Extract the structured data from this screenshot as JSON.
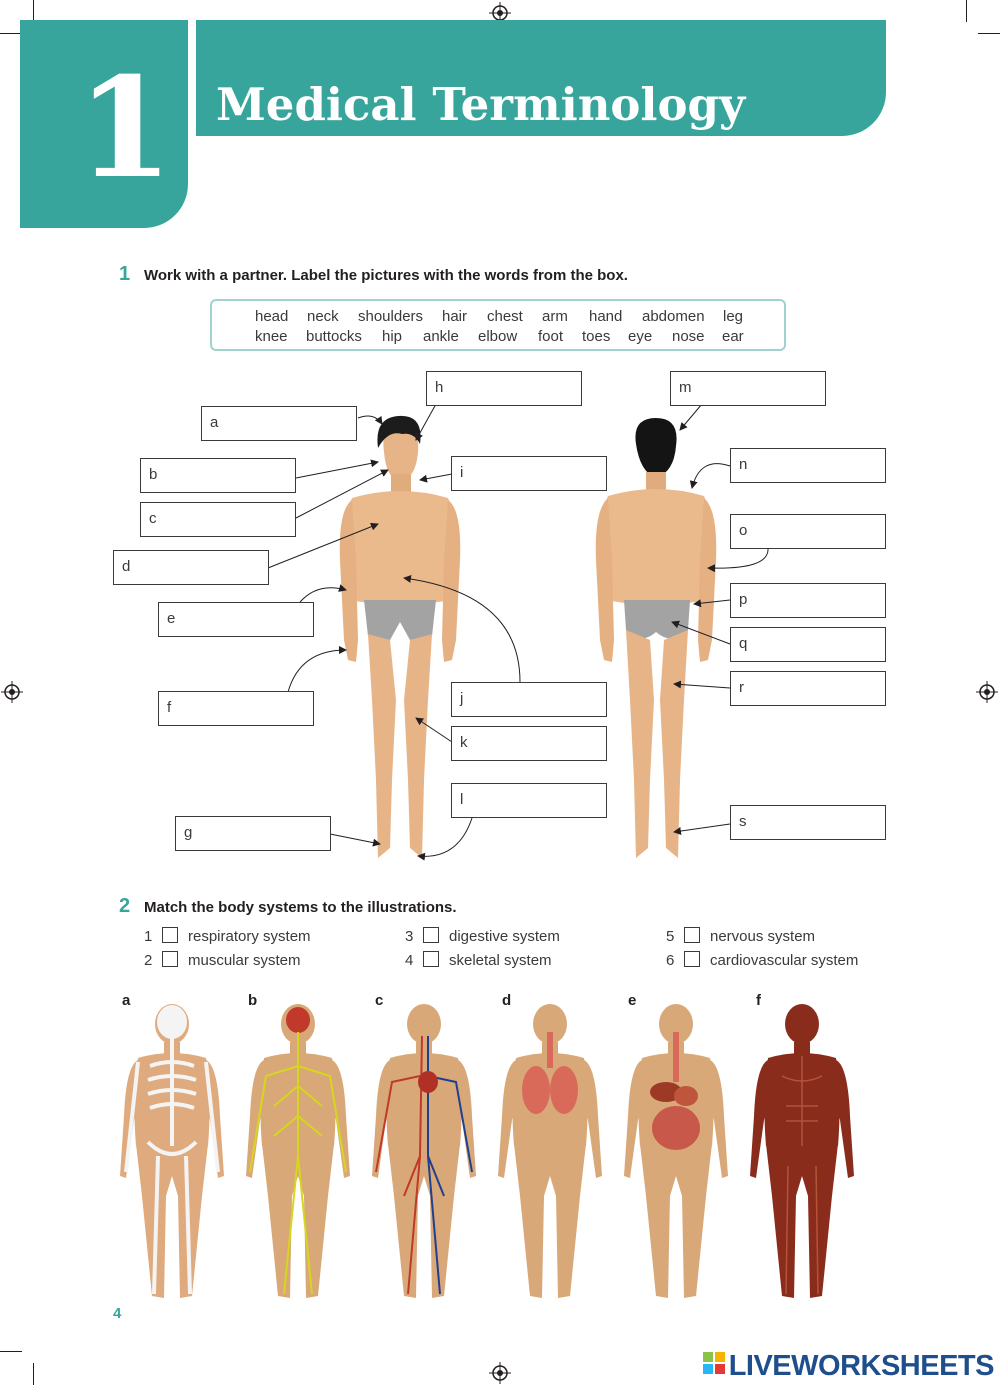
{
  "header": {
    "chapter_number": "1",
    "title": "Medical Terminology"
  },
  "exercise1": {
    "number": "1",
    "instruction": "Work with a partner. Label the pictures with the words from the box.",
    "word_box_row1": [
      "head",
      "neck",
      "shoulders",
      "hair",
      "chest",
      "arm",
      "hand",
      "abdomen",
      "leg"
    ],
    "word_box_row2": [
      "knee",
      "buttocks",
      "hip",
      "ankle",
      "elbow",
      "foot",
      "toes",
      "eye",
      "nose",
      "ear"
    ],
    "labels": [
      "a",
      "b",
      "c",
      "d",
      "e",
      "f",
      "g",
      "h",
      "i",
      "j",
      "k",
      "l",
      "m",
      "n",
      "o",
      "p",
      "q",
      "r",
      "s"
    ]
  },
  "exercise2": {
    "number": "2",
    "instruction": "Match the body systems to the illustrations.",
    "systems": [
      {
        "num": "1",
        "label": "respiratory system"
      },
      {
        "num": "2",
        "label": "muscular system"
      },
      {
        "num": "3",
        "label": "digestive system"
      },
      {
        "num": "4",
        "label": "skeletal system"
      },
      {
        "num": "5",
        "label": "nervous system"
      },
      {
        "num": "6",
        "label": "cardiovascular system"
      }
    ],
    "figure_letters": [
      "a",
      "b",
      "c",
      "d",
      "e",
      "f"
    ]
  },
  "footer": {
    "page_number": "4",
    "logo_text": "LIVEWORKSHEETS"
  },
  "colors": {
    "teal": "#38a59c",
    "skin": "#e9b98d",
    "body_tan": "#d9a878",
    "muscle": "#8a2c1c",
    "logo_blue": "#1f4e8c"
  }
}
